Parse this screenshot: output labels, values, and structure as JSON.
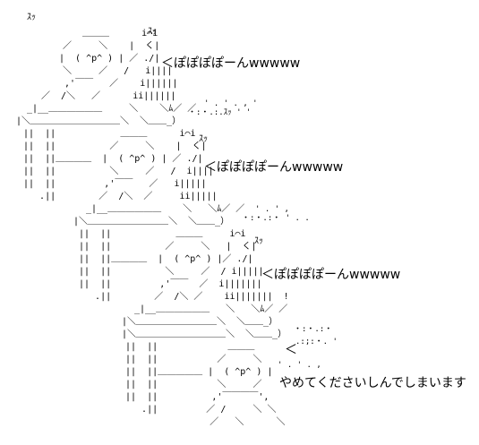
{
  "sfx": {
    "top_left": "ｽｯ",
    "sound": "ｽｯ"
  },
  "speech": {
    "line_1": "＜ぽぽぽぽーんwwwww",
    "line_2": "＜ぽぽぽぽーんwwwww",
    "line_3": "＜ぽぽぽぽーんwwwww",
    "line_4": "＜",
    "line_5": "やめてくださいしんでしまいます"
  },
  "ascii_art": {
    "face": "( ^p^ )",
    "dots": "・:・.:・"
  }
}
